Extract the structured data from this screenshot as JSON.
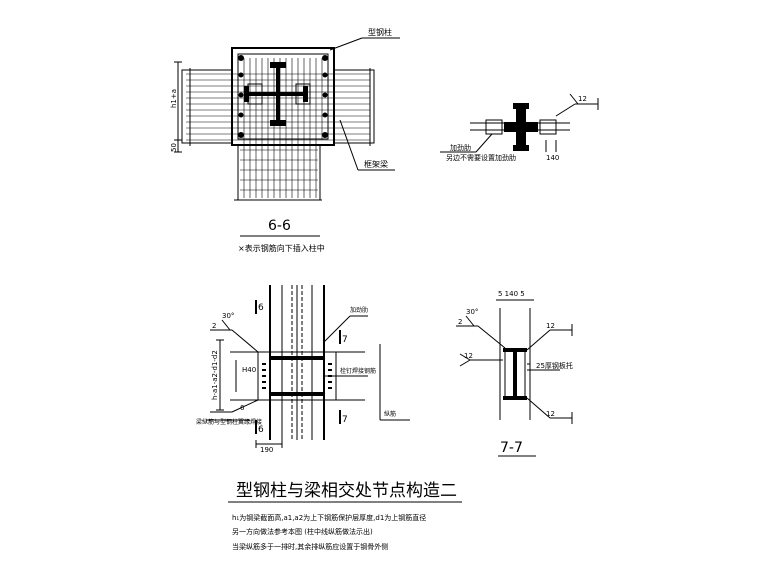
{
  "drawing": {
    "title": "型钢柱与梁相交处节点构造二",
    "section_6_label": "6-6",
    "section_6_note": "×表示钢筋向下插入柱中",
    "section_7_label": "7-7",
    "notes": [
      "h₁为钢梁截面高,a1,a2为上下钢筋保护层厚度,d1为上钢筋直径",
      "另一方向做法参考本图 (柱中线纵筋做法示出)",
      "当梁纵筋多于一排时,其余排纵筋应设置于钢骨外侧"
    ]
  },
  "section_6": {
    "label_steel_column": "型钢柱",
    "label_frame_beam": "框架梁",
    "dim_vertical": "h1+a",
    "dim_50": "50"
  },
  "elevation": {
    "mark_6_top": "6",
    "mark_6_bottom": "6",
    "mark_7_top": "7",
    "mark_7_bottom": "7",
    "angle_30": "30°",
    "weld_2": "2",
    "weld_6": "6",
    "dim_h40": "H40",
    "dim_vertical": "h-a1-a2-d1-d2",
    "dim_bottom": "190",
    "label_stiffener": "加劲肋",
    "label_stud": "栓钉焊接钢筋",
    "label_bar": "纵筋",
    "label_beam_bar": "梁纵筋与型钢柱翼缘焊接"
  },
  "section_7": {
    "dim_top": "5 140 5",
    "angle_30": "30°",
    "weld_2": "2",
    "weld_12_a": "12",
    "weld_12_b": "12",
    "weld_12_c": "12",
    "label_plate": "25厚钢板托",
    "label_dim": "140"
  },
  "detail_small": {
    "weld_12": "12",
    "label_a": "加劲肋",
    "label_b": "另边不需要设置加劲肋",
    "dim": "140"
  }
}
